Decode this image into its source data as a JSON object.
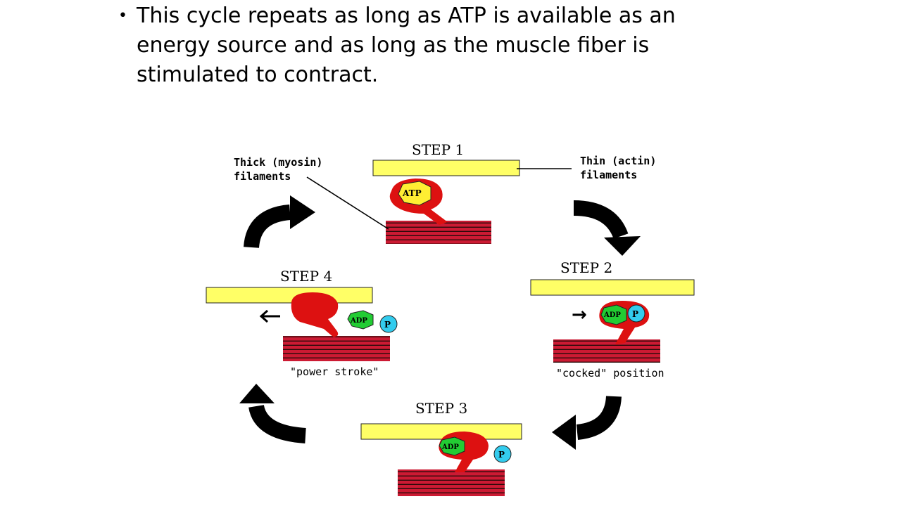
{
  "bullet": {
    "text": "This cycle repeats as long as ATP is available as an energy source and as long as the muscle fiber is stimulated to contract."
  },
  "diagram": {
    "steps": {
      "step1": "STEP 1",
      "step2": "STEP 2",
      "step3": "STEP 3",
      "step4": "STEP 4"
    },
    "thick_label": {
      "line1": "Thick (myosin)",
      "line2": "filaments"
    },
    "thin_label": {
      "line1": "Thin (actin)",
      "line2": "filaments"
    },
    "captions": {
      "step2": "\"cocked\" position",
      "step4": "\"power stroke\""
    },
    "molecules": {
      "atp": "ATP",
      "adp": "ADP",
      "p": "P"
    },
    "direction_arrow": "→",
    "colors": {
      "actin": "#ffff66",
      "myosin": "#cc1a33",
      "myosin_head": "#dd1111",
      "adp": "#22cc33",
      "phosphate": "#33ccee",
      "atp": "#ffee33",
      "cycle_arrow": "#000000"
    }
  }
}
